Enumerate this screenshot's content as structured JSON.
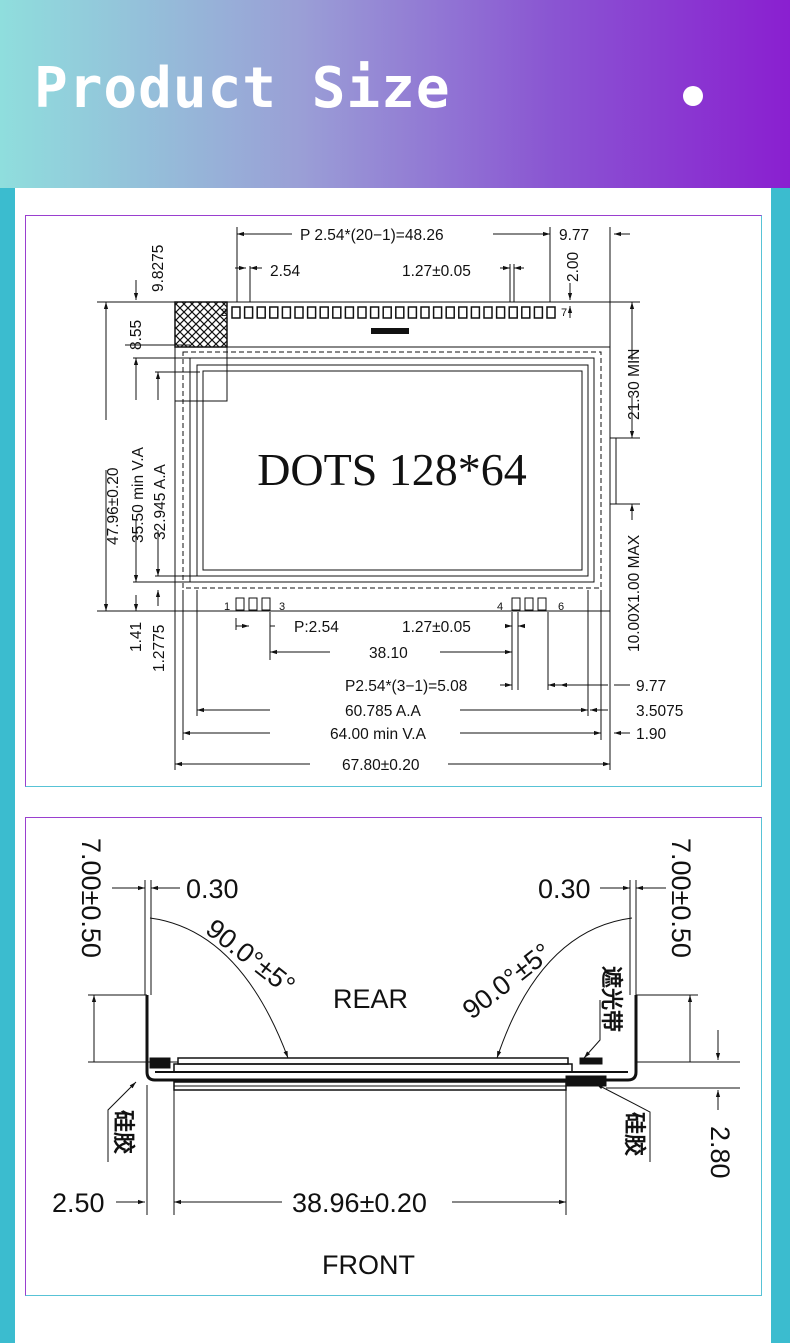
{
  "header": {
    "title": "Product Size"
  },
  "top_drawing": {
    "dots": "DOTS 128*64",
    "pitch_total": "P 2.54*(20−1)=48.26",
    "right_977_top": "9.77",
    "pitch_254": "2.54",
    "pitch_127_top": "1.27±0.05",
    "dim_200": "2.00",
    "pin_7": "7",
    "pin_2": "2",
    "dim_98275": "9.8275",
    "dim_855": "8.55",
    "dim_4796": "47.96±0.20",
    "dim_3550": "35.50 min V.A",
    "dim_32945": "32.945 A.A",
    "dim_141": "1.41",
    "dim_12775": "1.2775",
    "dim_2130": "21.30 MIN",
    "dim_10x1": "10.00X1.00 MAX",
    "pin_1": "1",
    "pin_3": "3",
    "pin_4": "4",
    "pin_6": "6",
    "p254": "P:2.54",
    "pitch_127_bottom": "1.27±0.05",
    "dim_3810": "38.10",
    "pitch_508": "P2.54*(3−1)=5.08",
    "right_977_bottom": "9.77",
    "dim_60785": "60.785 A.A",
    "dim_35075": "3.5075",
    "dim_6400": "64.00 min V.A",
    "dim_190": "1.90",
    "dim_6780": "67.80±0.20"
  },
  "bottom_drawing": {
    "left_700": "7.00±0.50",
    "right_700": "7.00±0.50",
    "left_030": "0.30",
    "right_030": "0.30",
    "left_angle": "90.0°±5°",
    "right_angle": "90.0°±5°",
    "rear": "REAR",
    "front": "FRONT",
    "shading_tape": "遮光带",
    "silicone_left": "硅胶",
    "silicone_right": "硅胶",
    "dim_250": "2.50",
    "dim_3896": "38.96±0.20",
    "dim_280": "2.80"
  }
}
